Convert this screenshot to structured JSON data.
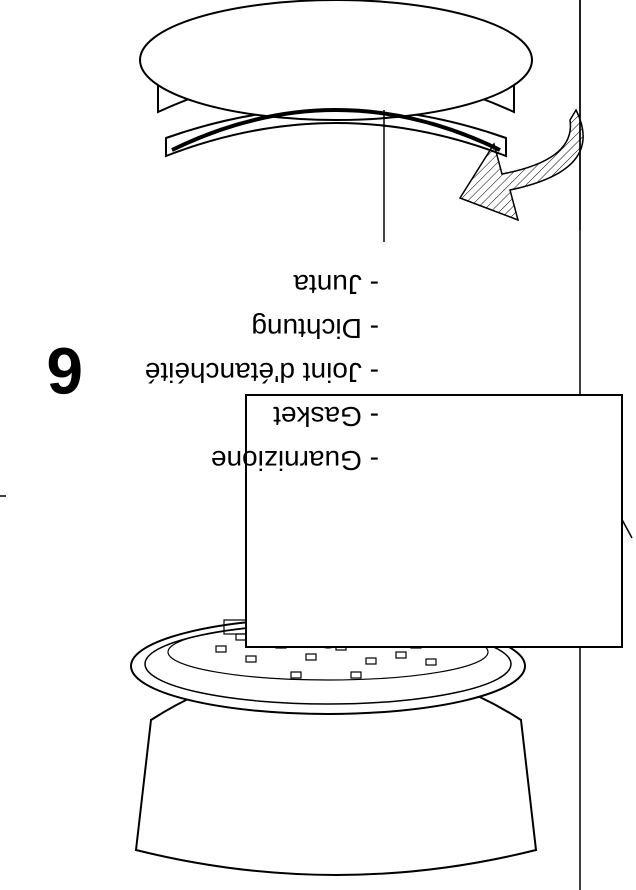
{
  "step": {
    "number": "6"
  },
  "terms": [
    {
      "label": "- Guarnizione"
    },
    {
      "label": "- Gasket"
    },
    {
      "label": "- Joint d'étanchéité"
    },
    {
      "label": "- Dichtung"
    },
    {
      "label": "- Junta"
    }
  ],
  "colors": {
    "line": "#000000",
    "background": "#ffffff",
    "hatch": "#000000"
  }
}
